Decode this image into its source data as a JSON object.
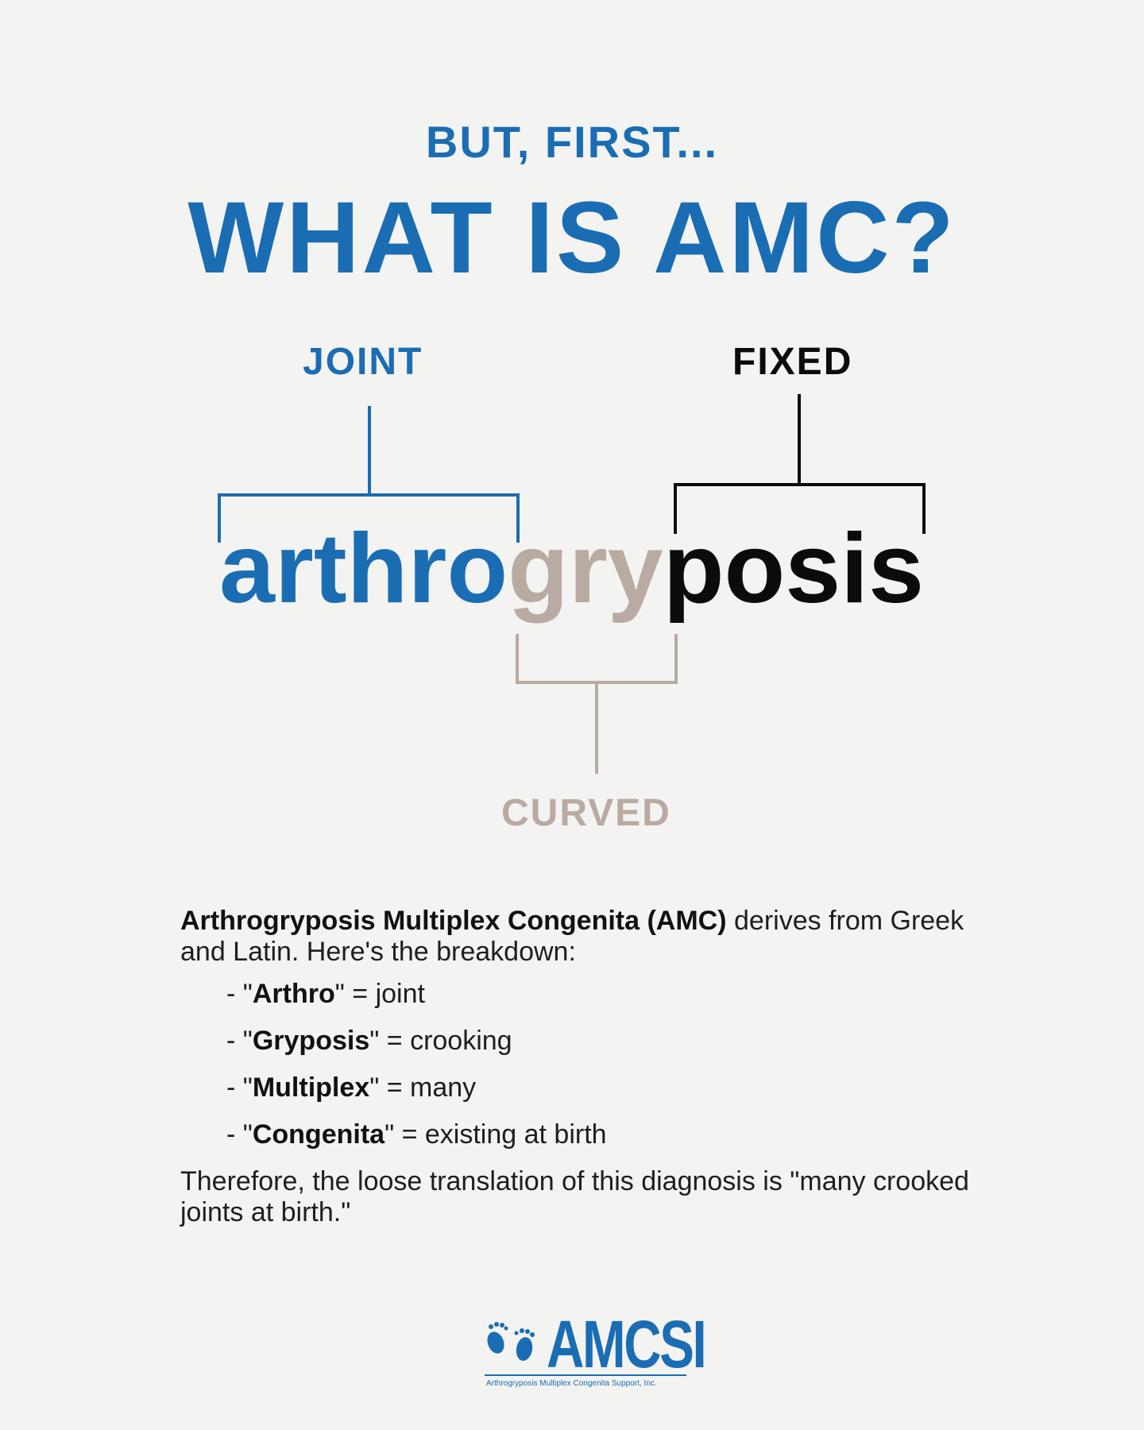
{
  "header": {
    "kicker": "BUT, FIRST...",
    "title": "WHAT IS AMC?"
  },
  "diagram": {
    "word_parts": [
      "arthro",
      "gry",
      "posis"
    ],
    "labels": {
      "joint": "JOINT",
      "fixed": "FIXED",
      "curved": "CURVED"
    },
    "colors": {
      "blue": "#1b6db3",
      "gray": "#b9aaa2",
      "black": "#0b0b0b"
    }
  },
  "body": {
    "intro_bold": "Arthrogryposis Multiplex Congenita (AMC)",
    "intro_rest": " derives from Greek and Latin. Here's the breakdown:",
    "items": [
      {
        "term": "Arthro",
        "meaning": "joint"
      },
      {
        "term": "Gryposis",
        "meaning": "crooking"
      },
      {
        "term": "Multiplex",
        "meaning": "many"
      },
      {
        "term": "Congenita",
        "meaning": "existing at birth"
      }
    ],
    "conclusion": "Therefore, the loose translation of this diagnosis is \"many crooked joints at birth.\""
  },
  "logo": {
    "name": "AMCSI",
    "subtitle": "Arthrogryposis Multiplex Congenita Support, Inc."
  }
}
